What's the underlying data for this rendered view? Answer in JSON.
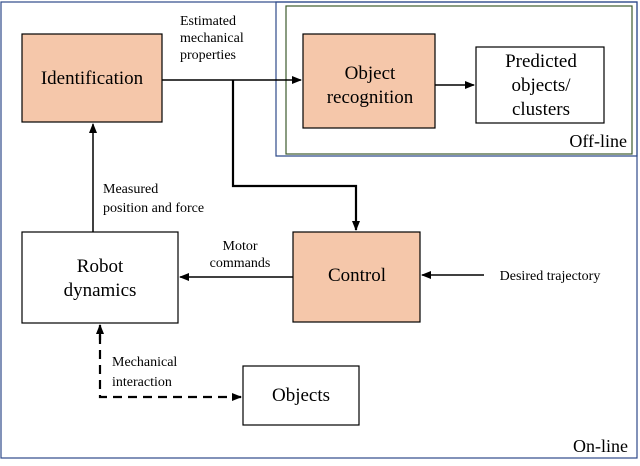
{
  "colors": {
    "online_frame": "#2e4a8a",
    "offline_frame": "#3c5a2c",
    "highlight_fill": "#f5c7aa",
    "plain_fill": "#ffffff",
    "line": "#000000"
  },
  "regions": {
    "online_label": "On-line",
    "offline_label": "Off-line"
  },
  "blocks": {
    "identification": {
      "lines": [
        "Identification"
      ]
    },
    "object_recognition": {
      "lines": [
        "Object",
        "recognition"
      ]
    },
    "predicted": {
      "lines": [
        "Predicted",
        "objects/",
        "clusters"
      ]
    },
    "robot_dynamics": {
      "lines": [
        "Robot",
        "dynamics"
      ]
    },
    "control": {
      "lines": [
        "Control"
      ]
    },
    "objects": {
      "lines": [
        "Objects"
      ]
    }
  },
  "labels": {
    "estimated": [
      "Estimated",
      "mechanical",
      "properties"
    ],
    "measured": [
      "Measured",
      "position and force"
    ],
    "motor": [
      "Motor",
      "commands"
    ],
    "desired": [
      "Desired trajectory"
    ],
    "interaction": [
      "Mechanical",
      "interaction"
    ]
  }
}
